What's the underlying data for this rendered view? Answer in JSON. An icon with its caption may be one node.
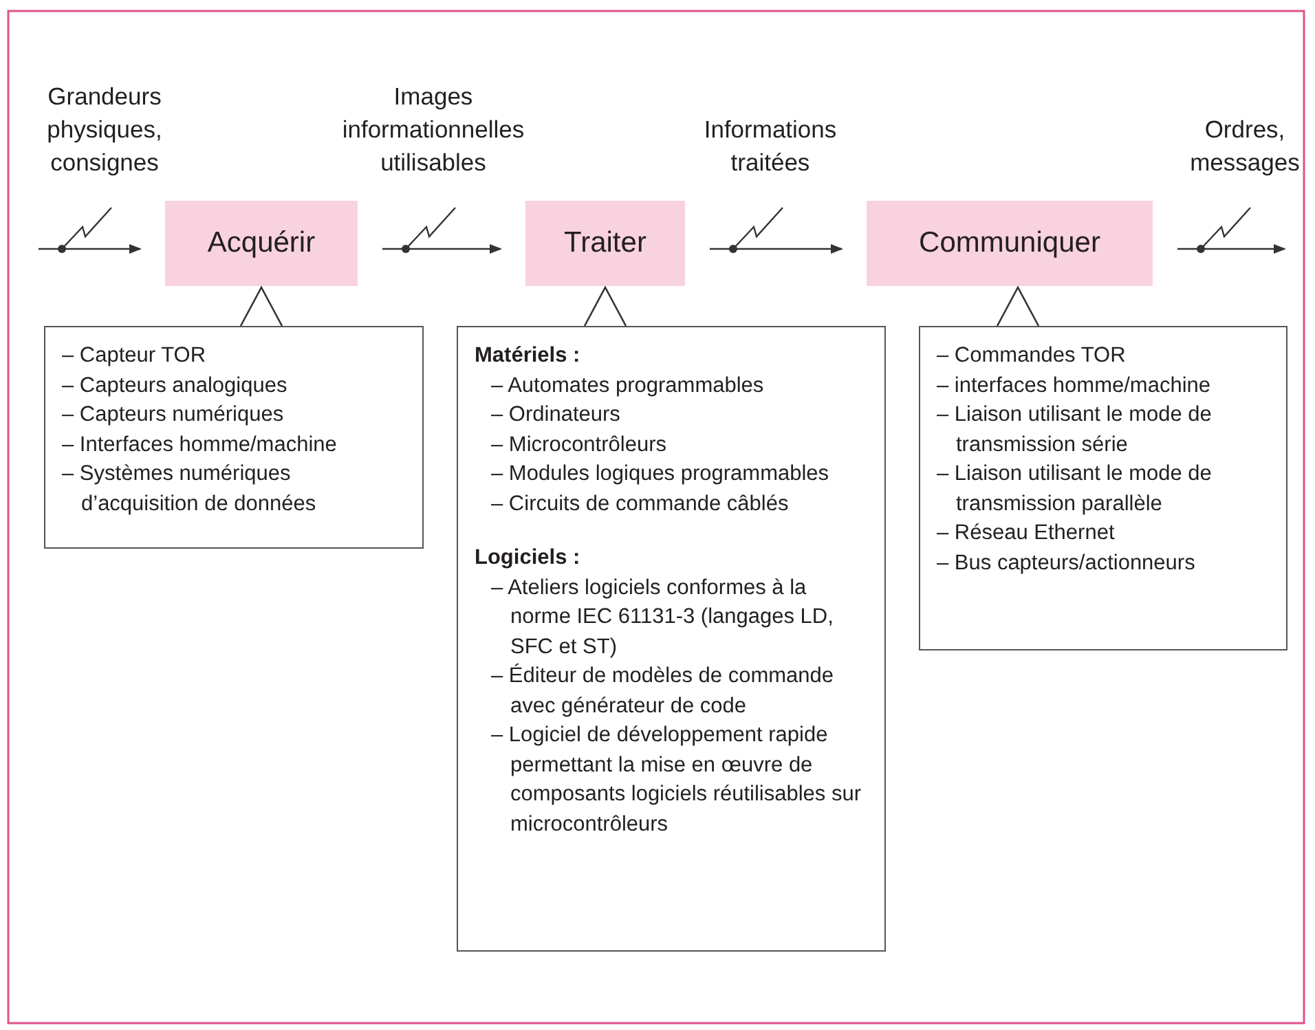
{
  "diagram": {
    "nodes": [
      {
        "text": [
          "Acquérir"
        ]
      },
      {
        "text": [
          "Traiter"
        ]
      },
      {
        "text": [
          "Communiquer"
        ]
      },
      {
        "text": [
          "– Capteur TOR",
          "– Capteurs analogiques",
          "– Capteurs numériques",
          "– Interfaces homme/machine",
          "– Systèmes numériques d’acquisition de données"
        ]
      },
      {
        "text": [
          "Matériels :",
          "– Automates programmables",
          "– Ordinateurs",
          "– Microcontrôleurs",
          "– Modules logiques programmables",
          "– Circuits de commande câblés",
          "Logiciels :",
          "– Ateliers logiciels conformes à la norme IEC 61131-3 (langages LD, SFC et ST)",
          "– Éditeur de modèles de commande avec générateur de code",
          "– Logiciel de développement rapide permettant la mise en œuvre de composants logiciels réutilisables sur microcontrôleurs"
        ]
      },
      {
        "text": [
          "– Commandes TOR",
          "– interfaces homme/machine",
          "– Liaison utilisant le mode de transmission série",
          "– Liaison utilisant le mode de transmission parallèle",
          "– Réseau Ethernet",
          "– Bus capteurs/actionneurs"
        ]
      }
    ],
    "edges": [
      {
        "from": null,
        "to": 0,
        "arrow": "to",
        "label": "Grandeurs physiques, consignes"
      },
      {
        "from": 0,
        "to": 1,
        "arrow": "to",
        "label": "Images informationnelles utilisables"
      },
      {
        "from": 1,
        "to": 2,
        "arrow": "to",
        "label": "Informations traitées"
      },
      {
        "from": 2,
        "to": null,
        "arrow": "to",
        "label": "Ordres, messages"
      },
      {
        "from": 3,
        "to": 0,
        "arrow": "none"
      },
      {
        "from": 4,
        "to": 1,
        "arrow": "none"
      },
      {
        "from": 5,
        "to": 2,
        "arrow": "none"
      }
    ]
  }
}
